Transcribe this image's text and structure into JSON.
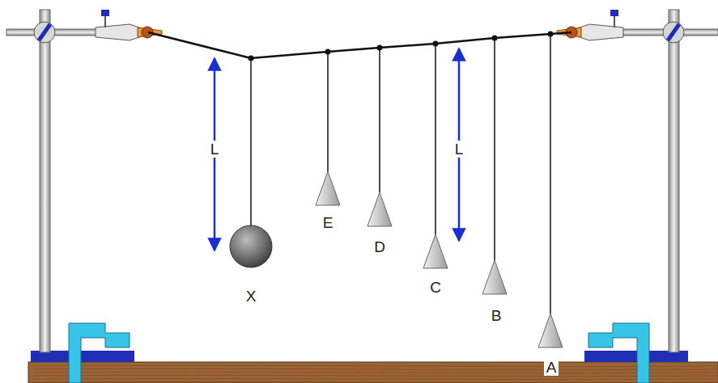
{
  "diagram": {
    "labels": [
      "L",
      "X",
      "E",
      "D",
      "L",
      "C",
      "B",
      "A"
    ]
  }
}
